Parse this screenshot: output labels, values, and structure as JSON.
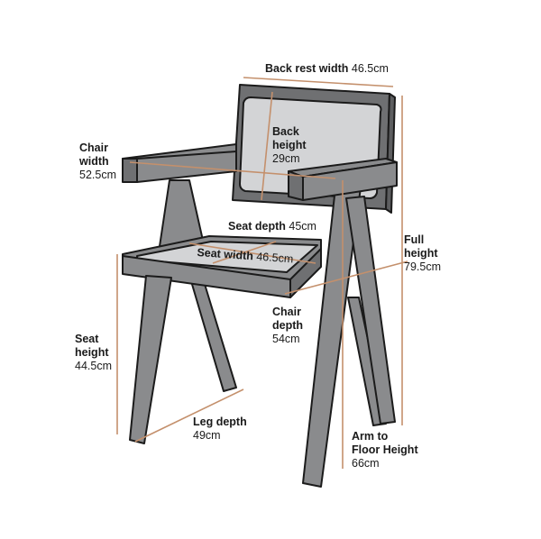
{
  "colors": {
    "frame": "#8a8b8d",
    "frame_dark": "#6f7072",
    "outline": "#1b1b1b",
    "cane": "#d3d4d6",
    "measure_line": "#c4906c",
    "background": "#ffffff"
  },
  "labels": {
    "back_rest_width": {
      "name": "Back rest width",
      "value": "46.5cm"
    },
    "chair_width": {
      "name_line1": "Chair",
      "name_line2": "width",
      "value": "52.5cm"
    },
    "back_height": {
      "name_line1": "Back",
      "name_line2": "height",
      "value": "29cm"
    },
    "seat_depth": {
      "name": "Seat depth",
      "value": "45cm"
    },
    "seat_width": {
      "name": "Seat width",
      "value": "46.5cm"
    },
    "full_height": {
      "name_line1": "Full",
      "name_line2": "height",
      "value": "79.5cm"
    },
    "chair_depth": {
      "name_line1": "Chair",
      "name_line2": "depth",
      "value": "54cm"
    },
    "seat_height": {
      "name_line1": "Seat",
      "name_line2": "height",
      "value": "44.5cm"
    },
    "leg_depth": {
      "name": "Leg depth",
      "value": "49cm"
    },
    "arm_to_floor": {
      "name_line1": "Arm to",
      "name_line2": "Floor Height",
      "value": "66cm"
    }
  }
}
